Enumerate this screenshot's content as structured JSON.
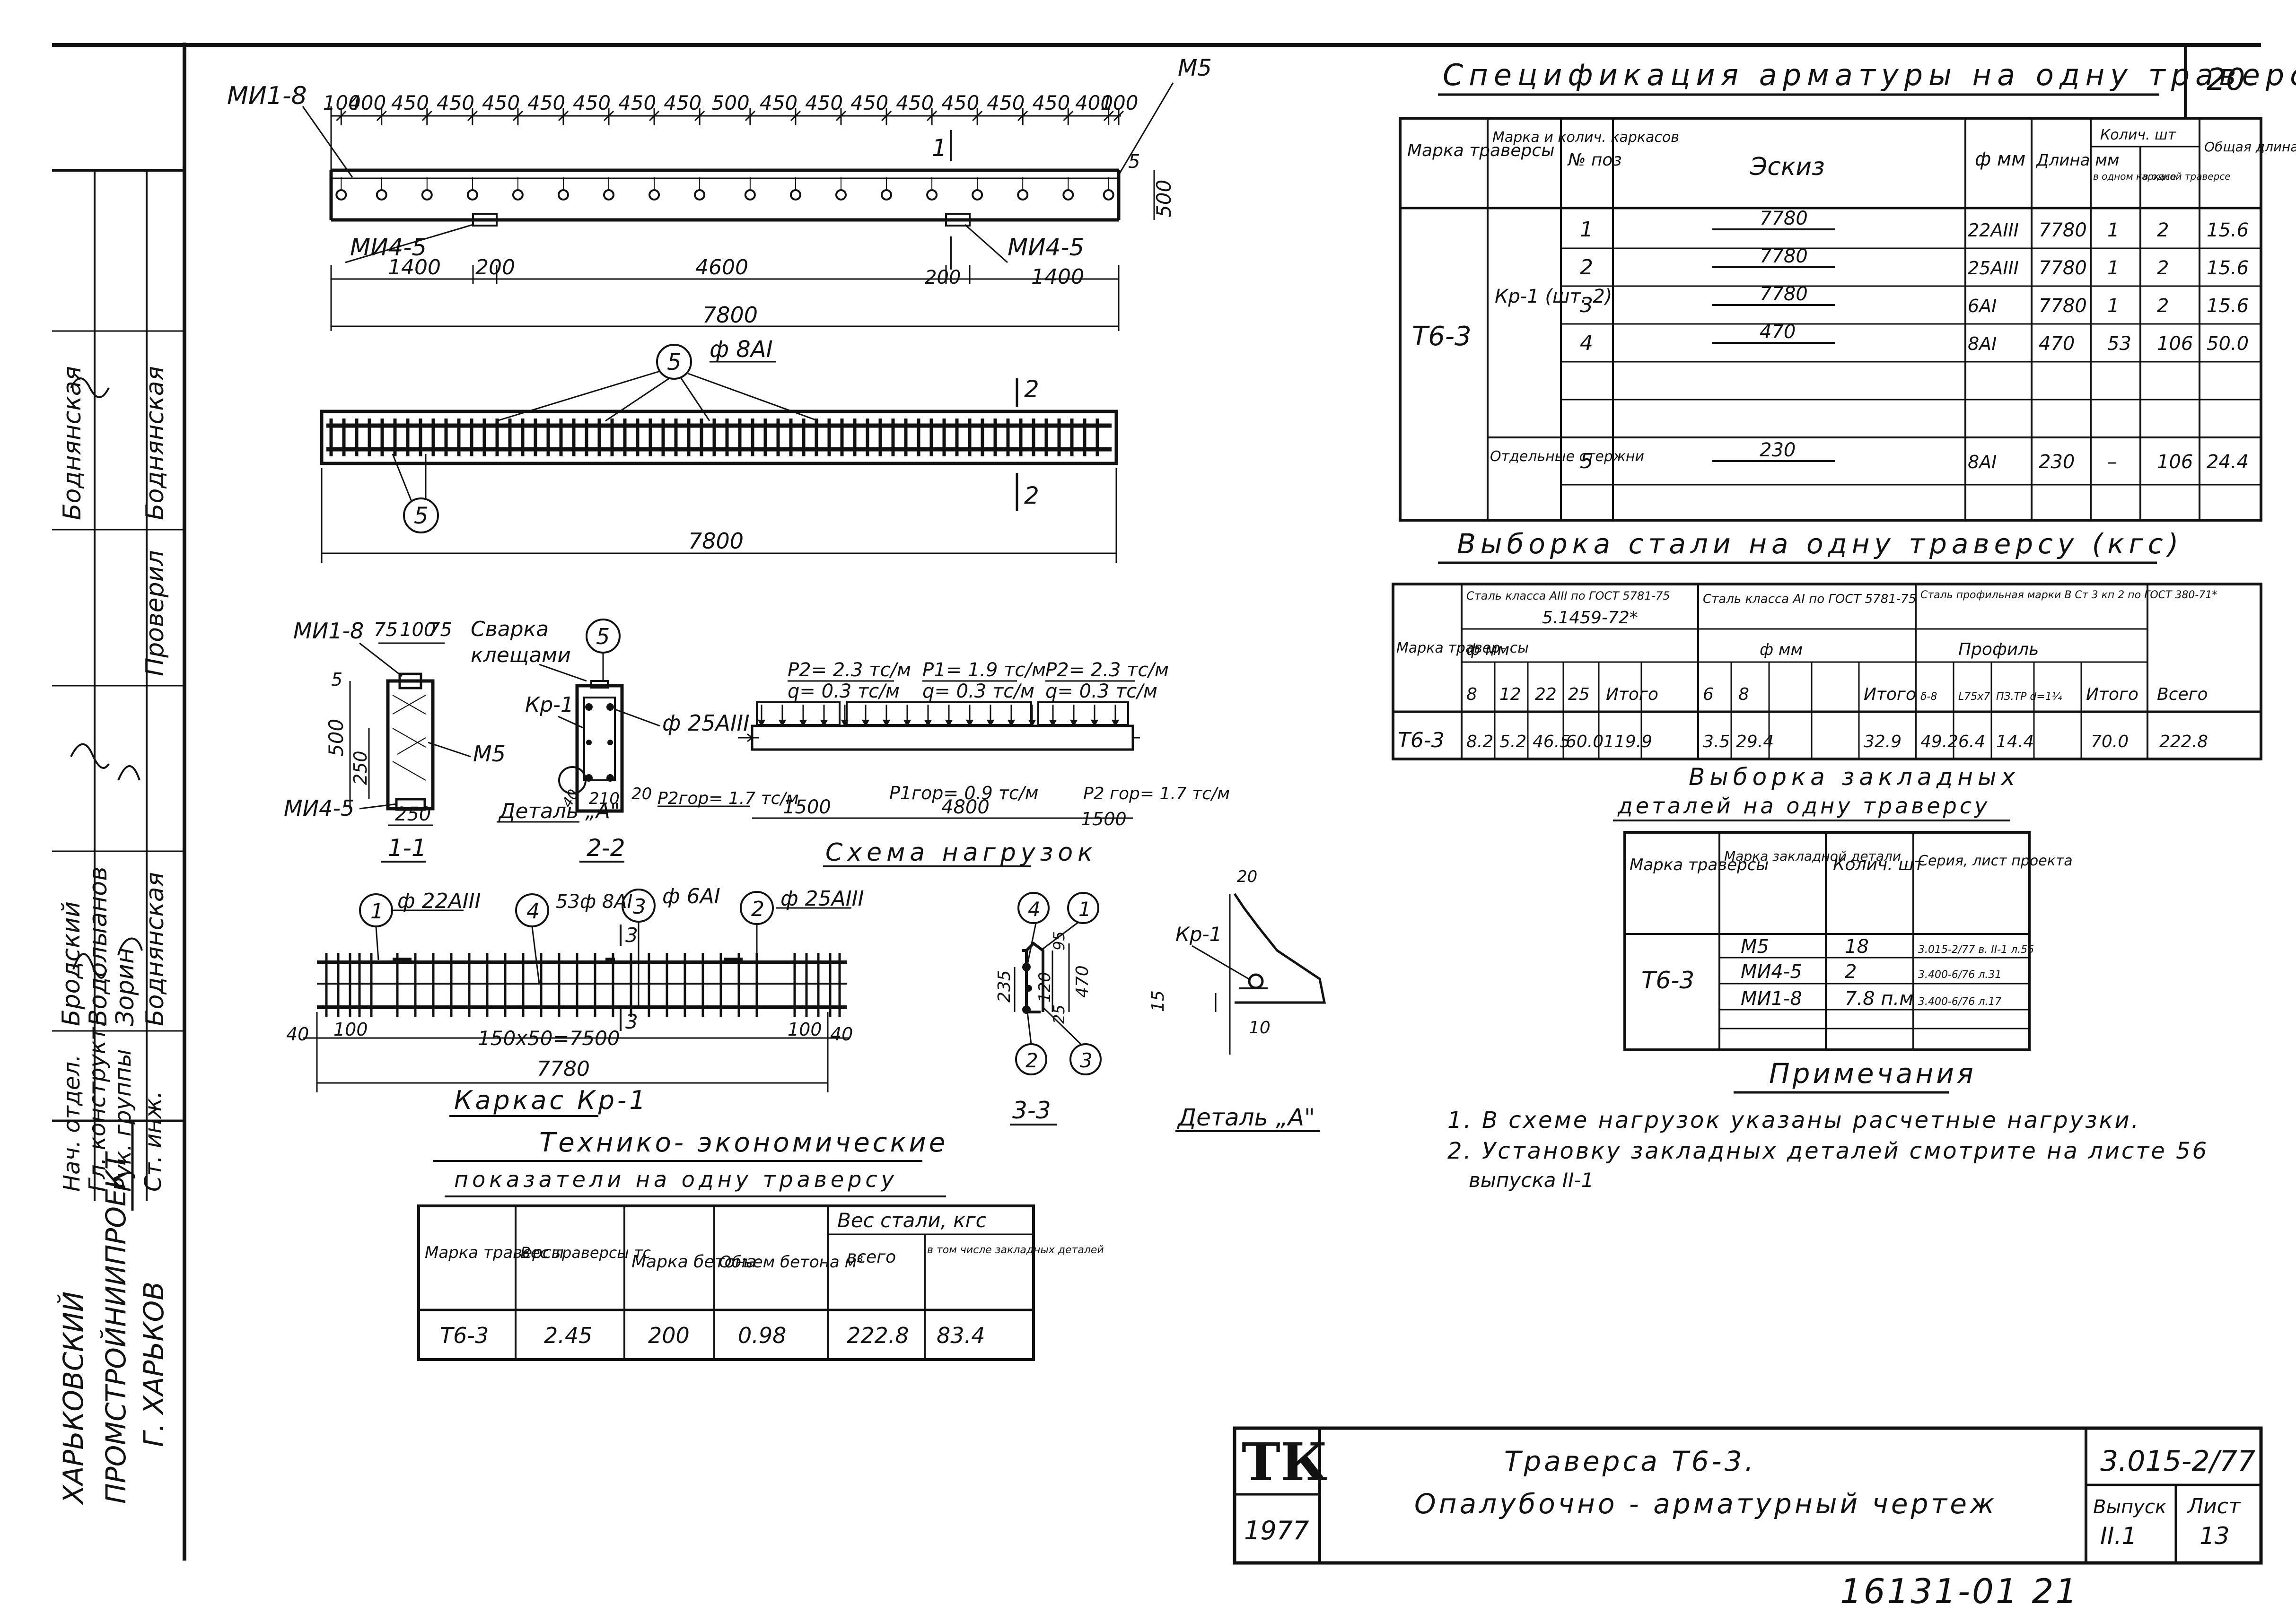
{
  "sheet_no": "20",
  "stamp_left": {
    "org": [
      "ХАРЬКОВСКИЙ",
      "ПРОМСТРОЙНИИПРОЕКТ",
      "Г. ХАРЬКОВ"
    ],
    "roles": [
      "Нач. отдел.",
      "Гл. конструкт.",
      "Рук. группы",
      "Ст. инж."
    ],
    "names": [
      "Бродский",
      "Водолыанов",
      "Зорин",
      "Боднянская"
    ],
    "upper_names": [
      "Боднянская",
      "Боднянская",
      "Проверил"
    ]
  },
  "elevation": {
    "mark_left": "МИ1-8",
    "mark_right": "М5",
    "top_dims": [
      "100",
      "400",
      "450",
      "450",
      "450",
      "450",
      "450",
      "450",
      "450",
      "500",
      "450",
      "450",
      "450",
      "450",
      "450",
      "450",
      "450",
      "400",
      "100"
    ],
    "mi4_left": "МИ4-5",
    "mi4_right": "МИ4-5",
    "bottom_dims": [
      "1400",
      "200",
      "4600",
      "200",
      "1400"
    ],
    "overall": "7800",
    "height": "500",
    "edge": "5",
    "section_1": "1"
  },
  "plan": {
    "callout": "5",
    "rebar": "ф 8АI",
    "overall": "7800",
    "section_2": "2"
  },
  "section11": {
    "mark_top": "МИ1-8",
    "dims_top": [
      "75",
      "100",
      "75"
    ],
    "m5": "М5",
    "mi4": "МИ4-5",
    "h500": "500",
    "h250": "250",
    "w250": "250",
    "label": "1-1",
    "edge": "5"
  },
  "section22": {
    "callout": "5",
    "weld": [
      "Сварка",
      "клещами"
    ],
    "kr": "Кр-1",
    "bar": "ф 25АIII",
    "detail": "Деталь „А\"",
    "dims": [
      "40",
      "210",
      "20"
    ],
    "label": "2-2"
  },
  "load_scheme": {
    "p2_left": "P2= 2.3 тс/м",
    "q_left": "q= 0.3 тс/м",
    "p1": "P1= 1.9 тс/м",
    "q_mid": "q= 0.3 тс/м",
    "p2_right": "P2= 2.3 тс/м",
    "q_right": "q= 0.3 тс/м",
    "p_hor_left": "P2гор= 1.7 тс/м",
    "p_hor_mid": "P1гор= 0.9 тс/м",
    "p_hor_right": "P2 гор= 1.7 тс/м",
    "d1500": "1500",
    "d4800": "4800",
    "d1500b": "1500",
    "title": "Схема нагрузок"
  },
  "cage": {
    "c1": "1",
    "bar1": "ф 22АIII",
    "c4": "4",
    "bar4": "53ф 8АI",
    "c3": "3",
    "bar3": "ф 6АI",
    "c2": "2",
    "bar2": "ф 25АIII",
    "dims": [
      "40",
      "100",
      "150х50=7500",
      "100",
      "40"
    ],
    "overall": "7780",
    "sec": "3",
    "title": "Каркас Кр-1"
  },
  "section33": {
    "c4": "4",
    "c1": "1",
    "c2": "2",
    "c3": "3",
    "dims": [
      "235",
      "120",
      "95",
      "25",
      "470"
    ],
    "label": "3-3"
  },
  "detailA": {
    "kr": "Кр-1",
    "dims": [
      "20",
      "15",
      "10"
    ],
    "label": "Деталь „А\""
  },
  "spec": {
    "title": "Спецификация арматуры на одну траверсу",
    "headers": [
      "Марка траверсы",
      "Марка и колич. каркасов",
      "№ поз",
      "Эскиз",
      "ф мм",
      "Длина мм",
      "Колич. шт",
      "Общая длина м"
    ],
    "sub_headers": [
      "в одном каркасе",
      "в одной траверсе"
    ],
    "traverse": "Т6-3",
    "cage": "Кр-1 (шт. 2)",
    "separate": "Отдельные стержни",
    "rows": [
      {
        "pos": "1",
        "sketch": "7780",
        "dia": "22АIII",
        "len": "7780",
        "n1": "1",
        "n2": "2",
        "total": "15.6"
      },
      {
        "pos": "2",
        "sketch": "7780",
        "dia": "25АIII",
        "len": "7780",
        "n1": "1",
        "n2": "2",
        "total": "15.6"
      },
      {
        "pos": "3",
        "sketch": "7780",
        "dia": "6АI",
        "len": "7780",
        "n1": "1",
        "n2": "2",
        "total": "15.6"
      },
      {
        "pos": "4",
        "sketch": "470",
        "dia": "8АI",
        "len": "470",
        "n1": "53",
        "n2": "106",
        "total": "50.0"
      },
      {
        "pos": "5",
        "sketch": "230",
        "dia": "8АI",
        "len": "230",
        "n1": "–",
        "n2": "106",
        "total": "24.4"
      }
    ]
  },
  "steel": {
    "title": "Выборка стали на одну траверсу (кгс)",
    "h_mark": "Марка травер- сы",
    "h_a3": "Сталь класса АIII по ГОСТ 5781-75",
    "h_a3b": "5.1459-72*",
    "h_a1": "Сталь класса АI по ГОСТ 5781-75",
    "h_prof": "Сталь профильная марки В Ст 3 кп 2 по ГОСТ 380-71*",
    "h_fmm": "ф мм",
    "h_prof2": "Профиль",
    "cols": [
      "8",
      "12",
      "22",
      "25",
      "Итого",
      "6",
      "8",
      "",
      "",
      "Итого",
      "δ-8",
      "L75х7",
      "ПЗ.ТР d=1¼",
      "",
      "Итого",
      "Всего"
    ],
    "row": [
      "Т6-3",
      "8.2",
      "5.2",
      "46.5",
      "60.0",
      "119.9",
      "3.5",
      "29.4",
      "",
      "",
      "32.9",
      "49.2",
      "6.4",
      "14.4",
      "",
      "70.0",
      "222.8"
    ]
  },
  "embedded": {
    "title1": "Выборка закладных",
    "title2": "деталей на одну траверсу",
    "headers": [
      "Марка траверсы",
      "Марка закладной детали",
      "Колич. шт",
      "Серия, лист проекта"
    ],
    "traverse": "Т6-3",
    "rows": [
      {
        "mark": "М5",
        "qty": "18",
        "series": "3.015-2/77 в. II-1 л.55"
      },
      {
        "mark": "МИ4-5",
        "qty": "2",
        "series": "3.400-6/76 л.31"
      },
      {
        "mark": "МИ1-8",
        "qty": "7.8 п.м",
        "series": "3.400-6/76 л.17"
      }
    ]
  },
  "notes": {
    "title": "Примечания",
    "lines": [
      "1. В схеме нагрузок указаны расчетные нагрузки.",
      "2. Установку закладных деталей смотрите на листе 56",
      "выпуска II-1"
    ]
  },
  "tech": {
    "title1": "Технико- экономические",
    "title2": "показатели на одну траверсу",
    "headers": [
      "Марка траверсы",
      "Вес траверсы тс",
      "Марка бетона",
      "Объем бетона м³",
      "Вес стали, кгс"
    ],
    "sub_headers": [
      "всего",
      "в том числе закладных деталей"
    ],
    "row": [
      "Т6-3",
      "2.45",
      "200",
      "0.98",
      "222.8",
      "83.4"
    ]
  },
  "title_block": {
    "logo": "ТК",
    "year": "1977",
    "line1": "Траверса Т6-3.",
    "line2": "Опалубочно - арматурный чертеж",
    "series": "3.015-2/77",
    "issue_label": "Выпуск",
    "issue": "II.1",
    "sheet_label": "Лист",
    "sheet": "13"
  },
  "inventory": "16131-01 21"
}
